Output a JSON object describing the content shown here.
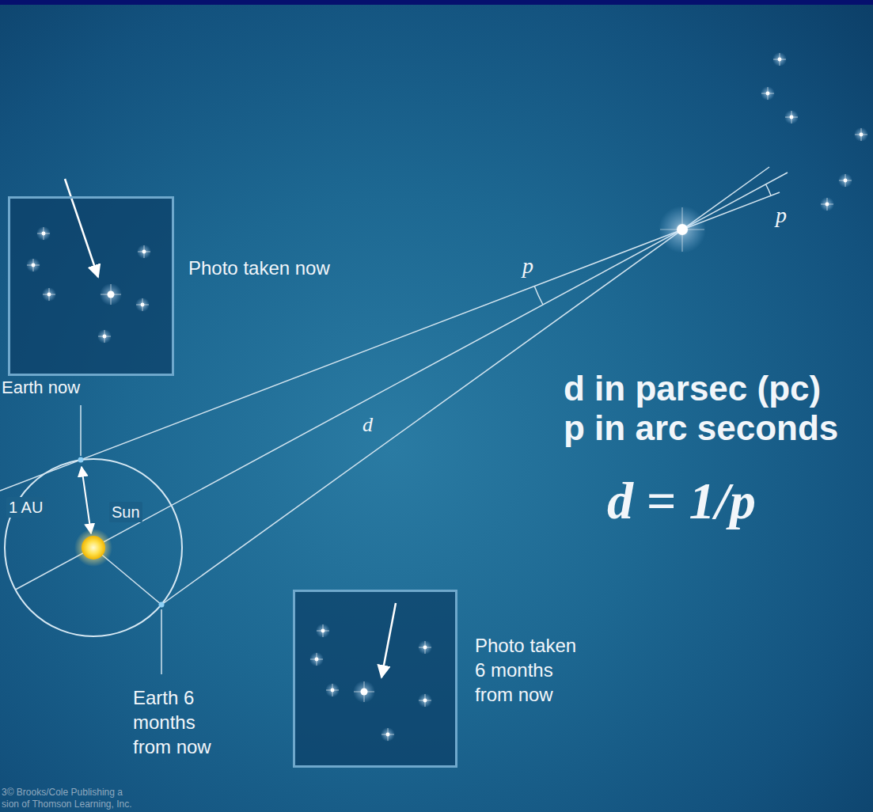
{
  "diagram": {
    "nodes": [
      {
        "text": [
          "Photo taken now"
        ]
      },
      {
        "text": [
          "Photo taken 6 months from now"
        ]
      }
    ],
    "labels": [
      "Earth now",
      "p",
      "p",
      "d",
      "1 AU",
      "Sun",
      "Earth 6 months from now",
      "d in parsec (pc)",
      "p in arc seconds",
      "d = 1/p",
      "3© Brooks/Cole Publishing a",
      "sion of Thomson Learning, Inc."
    ]
  }
}
